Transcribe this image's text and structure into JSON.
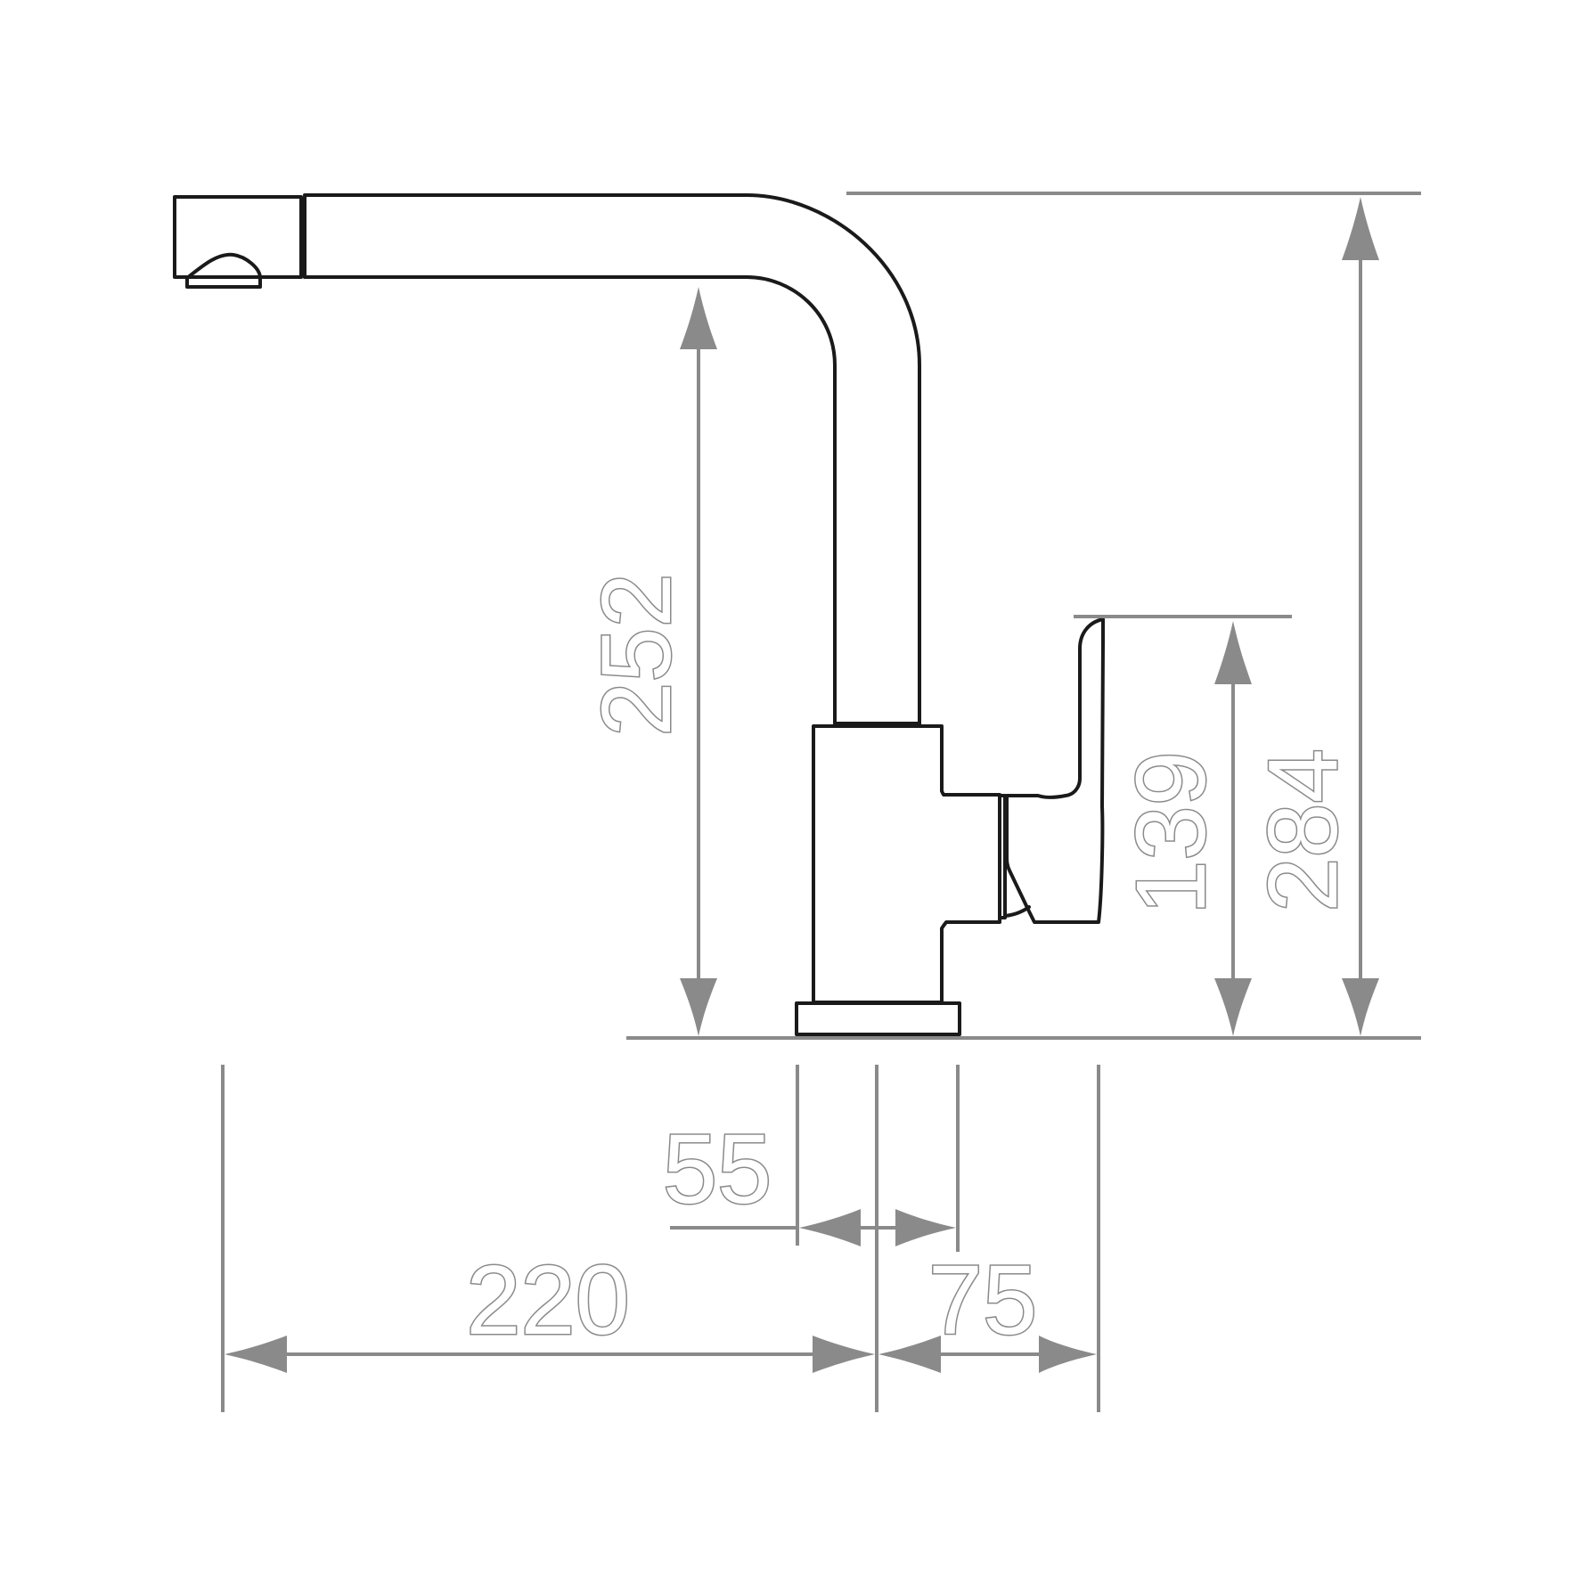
{
  "dimensions": {
    "total_height": "284",
    "spout_height": "252",
    "handle_height": "139",
    "spout_reach": "220",
    "base_width": "55",
    "handle_reach": "75"
  }
}
